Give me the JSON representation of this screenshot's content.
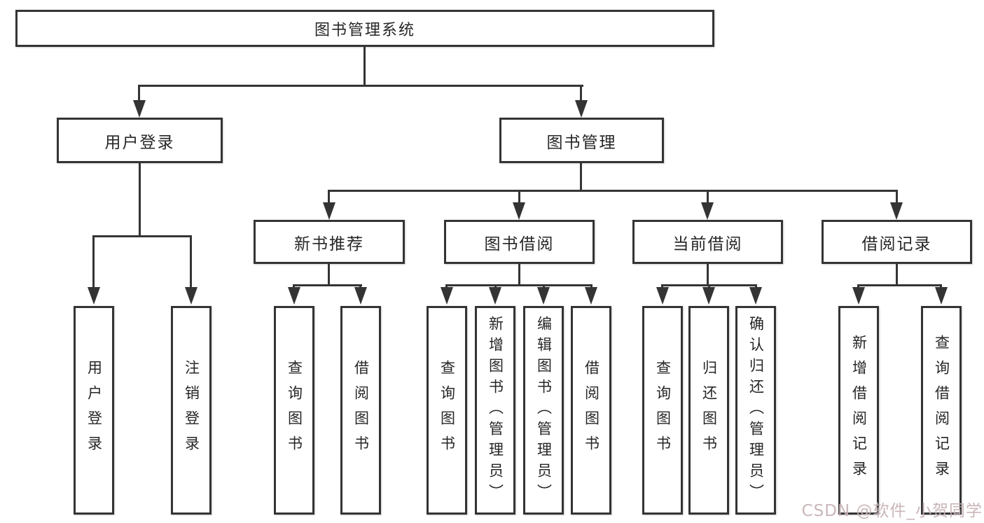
{
  "diagram": {
    "root": {
      "label": "图书管理系统"
    },
    "branches": [
      {
        "label": "用户登录",
        "children": [
          {
            "label": "用户登录"
          },
          {
            "label": "注销登录"
          }
        ]
      },
      {
        "label": "图书管理",
        "children": [
          {
            "label": "新书推荐",
            "children": [
              {
                "label": "查询图书"
              },
              {
                "label": "借阅图书"
              }
            ]
          },
          {
            "label": "图书借阅",
            "children": [
              {
                "label": "查询图书"
              },
              {
                "label": "新增图书（管理员）"
              },
              {
                "label": "编辑图书（管理员）"
              },
              {
                "label": "借阅图书"
              }
            ]
          },
          {
            "label": "当前借阅",
            "children": [
              {
                "label": "查询图书"
              },
              {
                "label": "归还图书"
              },
              {
                "label": "确认归还（管理员）"
              }
            ]
          },
          {
            "label": "借阅记录",
            "children": [
              {
                "label": "新增借阅记录"
              },
              {
                "label": "查询借阅记录"
              }
            ]
          }
        ]
      }
    ]
  },
  "watermark": {
    "text": "CSDN @软件_小贺同学"
  },
  "colors": {
    "line": "#343434",
    "text": "#262626",
    "background": "#ffffff",
    "watermark": "#c7b2b5"
  }
}
